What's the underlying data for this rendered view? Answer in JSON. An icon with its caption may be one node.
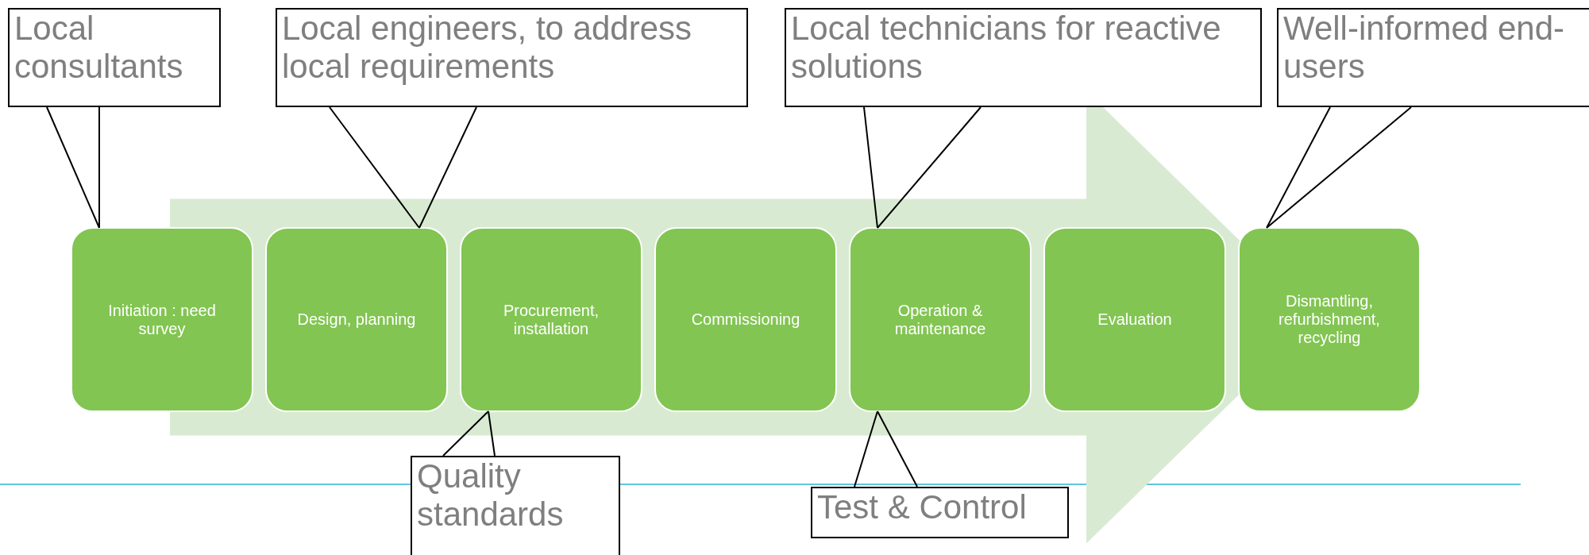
{
  "diagram": {
    "nodes": [
      {
        "text": [
          "Local consultants"
        ]
      },
      {
        "text": [
          "Local engineers, to address local requirements"
        ]
      },
      {
        "text": [
          "Local technicians for reactive solutions"
        ]
      },
      {
        "text": [
          "Well-informed end-users"
        ]
      },
      {
        "text": [
          "Initiation : need survey"
        ]
      },
      {
        "text": [
          "Design, planning"
        ]
      },
      {
        "text": [
          "Procurement, installation"
        ]
      },
      {
        "text": [
          "Commissioning"
        ]
      },
      {
        "text": [
          "Operation & maintenance"
        ]
      },
      {
        "text": [
          "Evaluation"
        ]
      },
      {
        "text": [
          "Dismantling, refurbishment, recycling"
        ]
      },
      {
        "text": [
          "Quality standards"
        ]
      },
      {
        "text": [
          "Test & Control"
        ]
      }
    ],
    "edges": [
      {
        "from": 0,
        "to": 4,
        "arrow": "none"
      },
      {
        "from": 1,
        "to": 5,
        "arrow": "none"
      },
      {
        "from": 2,
        "to": 8,
        "arrow": "none"
      },
      {
        "from": 3,
        "to": 10,
        "arrow": "none"
      },
      {
        "from": 11,
        "to": 6,
        "arrow": "none"
      },
      {
        "from": 12,
        "to": 8,
        "arrow": "none"
      },
      {
        "from": 4,
        "to": 10,
        "arrow": "to",
        "style": "thick",
        "color": "#d9ead3"
      }
    ]
  }
}
